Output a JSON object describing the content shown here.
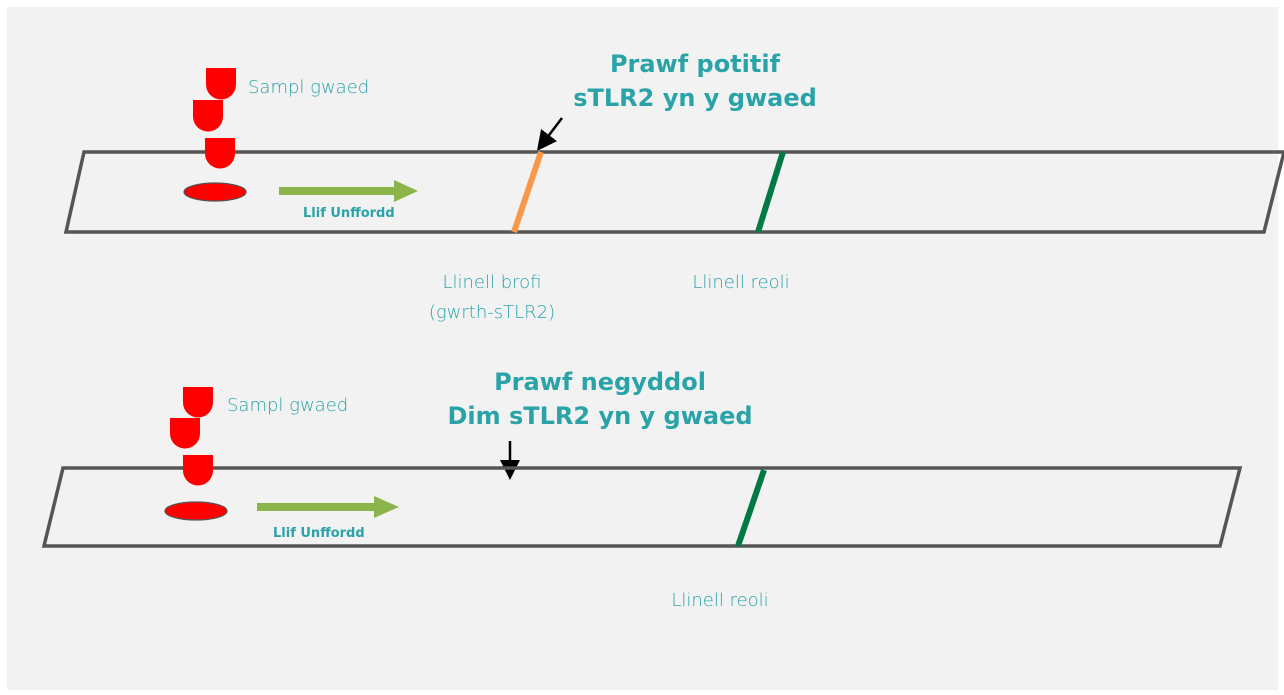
{
  "colors": {
    "panel": "#f2f2f2",
    "strip_outline": "#555555",
    "blood": "#ff0000",
    "flow_arrow": "#8bb54a",
    "test_line": "#f7984a",
    "control_line": "#007a45",
    "text": "#2aa3a8",
    "pointer": "#000000"
  },
  "positive": {
    "title_line1": "Prawf potitif",
    "title_line2": "sTLR2 yn y gwaed",
    "sample_label": "Sampl gwaed",
    "flow_label": "Llif Unffordd",
    "test_line_label_line1": "Llinell brofi",
    "test_line_label_line2": "(gwrth-sTLR2)",
    "control_line_label": "Llinell reoli"
  },
  "negative": {
    "title_line1": "Prawf negyddol",
    "title_line2": "Dim sTLR2 yn y gwaed",
    "sample_label": "Sampl gwaed",
    "flow_label": "Llif Unffordd",
    "control_line_label": "Llinell reoli"
  }
}
